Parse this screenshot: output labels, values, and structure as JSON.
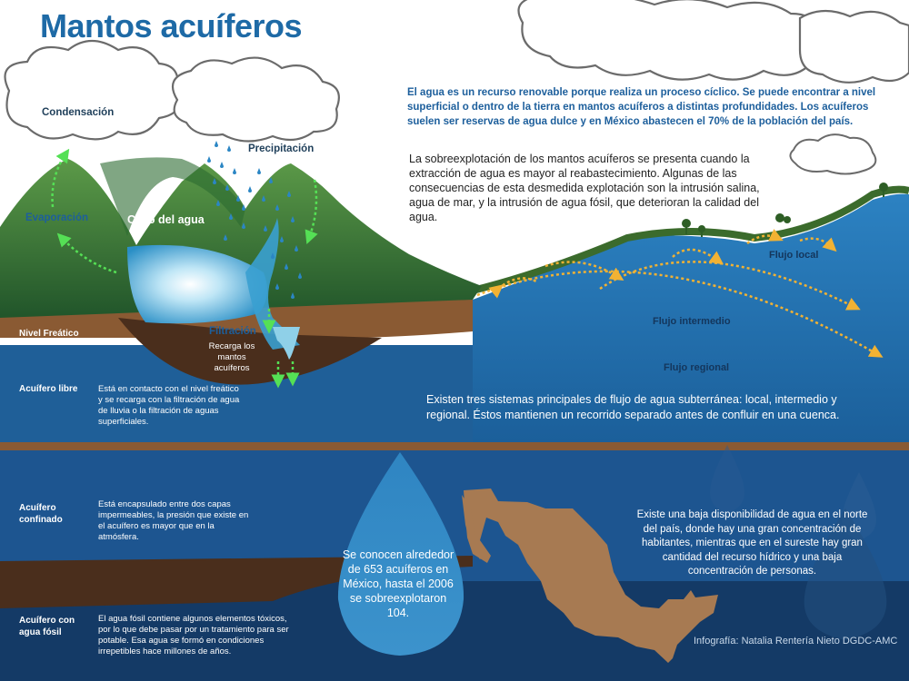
{
  "title": "Mantos acuíferos",
  "intro": "El agua es un recurso renovable porque realiza un proceso cíclico. Se puede encontrar a nivel superficial o dentro de la tierra en mantos acuíferos a distintas profundidades. Los acuíferos suelen ser reservas de agua dulce y en México abastecen el 70% de la población del país.",
  "overexploitation": "La sobreexplotación de los mantos acuíferos se presenta cuando la extracción de agua es mayor al reabastecimiento. Algunas de las consecuencias de esta desmedida explotación son la intrusión salina, agua de mar, y la intrusión de agua fósil, que deterioran la calidad del agua.",
  "cycle": {
    "condensation": "Condensación",
    "precipitation": "Precipitación",
    "evaporation": "Evaporación",
    "title": "Ciclo del agua",
    "filtration": "Filtración",
    "recharge": "Recarga los mantos acuíferos"
  },
  "water_table": "Nivel Freático",
  "flows": {
    "local": "Flujo local",
    "intermediate": "Flujo intermedio",
    "regional": "Flujo regional",
    "summary": "Existen tres sistemas principales de flujo de agua subterránea: local, intermedio y regional. Éstos mantienen un recorrido separado antes de confluir en una cuenca."
  },
  "aquifers": [
    {
      "name": "Acuífero libre",
      "text": "Está en contacto con el nivel freático y se recarga con la filtración de agua de lluvia o la filtración de aguas superficiales."
    },
    {
      "name": "Acuífero confinado",
      "text": "Está encapsulado entre dos capas impermeables, la presión que existe en el acuífero es mayor que en la atmósfera."
    },
    {
      "name": "Acuífero con agua fósil",
      "text": "El agua fósil contiene algunos elementos tóxicos, por lo que debe pasar por un tratamiento para ser potable. Esa agua se formó en condiciones irrepetibles hace millones de años."
    }
  ],
  "drop_text": "Se conocen alrededor de 653 acuíferos en México, hasta el 2006 se sobreexplotaron 104.",
  "mexico_text": "Existe una baja disponibilidad de agua en el norte del país, donde hay una gran concentración de habitantes, mientras que en el sureste hay gran cantidad del recurso hídrico y una baja concentración de personas.",
  "credit": "Infografía: Natalia Rentería Nieto DGDC-AMC",
  "colors": {
    "title": "#1e6aa6",
    "mountain": "#3e7a35",
    "lake": "#2c8fc4",
    "soil": "#8a5a33",
    "aquifer_free": "#1f5f98",
    "aquifer_deep": "#163e6e",
    "mexico_map": "#a77a52",
    "green_arrow": "#55e055",
    "flow_arrow": "#f2b233"
  }
}
